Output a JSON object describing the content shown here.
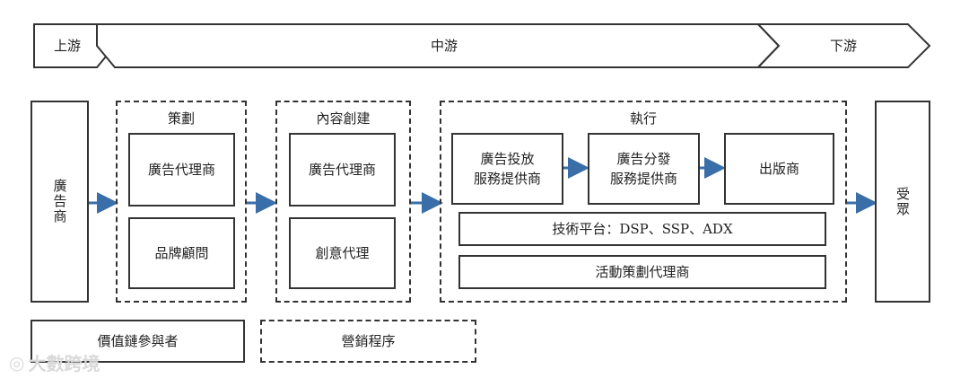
{
  "chevrons": {
    "upstream": "上游",
    "midstream": "中游",
    "downstream": "下游"
  },
  "advertiser": "廣告商",
  "audience": "受眾",
  "planning": {
    "title": "策劃",
    "items": [
      "廣告代理商",
      "品牌顧問"
    ]
  },
  "content": {
    "title": "內容創建",
    "items": [
      "廣告代理商",
      "創意代理"
    ]
  },
  "execution": {
    "title": "執行",
    "placement": "廣告投放\n服務提供商",
    "distribution": "廣告分發\n服務提供商",
    "publisher": "出版商",
    "tech_platform": "技術平台：DSP、SSP、ADX",
    "event_agency": "活動策劃代理商"
  },
  "legend": {
    "participants": "價值鏈參與者",
    "process": "營銷程序"
  },
  "watermark": "大數跨境",
  "colors": {
    "arrow": "#3a6ea8",
    "border": "#333333"
  }
}
